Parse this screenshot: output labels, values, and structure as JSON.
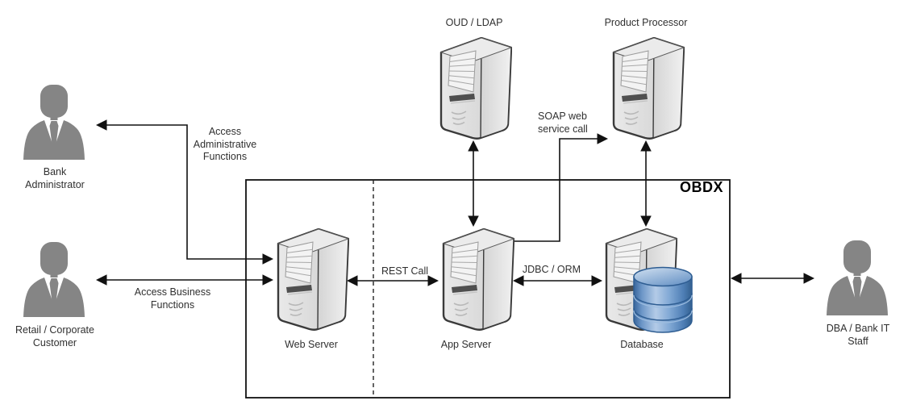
{
  "obdx_box": {
    "label": "OBDX"
  },
  "actors": {
    "bank_admin": {
      "line1": "Bank",
      "line2": "Administrator"
    },
    "retail_customer": {
      "line1": "Retail / Corporate",
      "line2": "Customer"
    },
    "dba_staff": {
      "line1": "DBA / Bank IT",
      "line2": "Staff"
    }
  },
  "servers": {
    "oud_ldap": {
      "label": "OUD / LDAP"
    },
    "product_processor": {
      "label": "Product Processor"
    },
    "web_server": {
      "label": "Web Server"
    },
    "app_server": {
      "label": "App Server"
    },
    "database": {
      "label": "Database"
    }
  },
  "connections": {
    "access_admin": {
      "line1": "Access",
      "line2": "Administrative",
      "line3": "Functions"
    },
    "access_business": {
      "line1": "Access Business",
      "line2": "Functions"
    },
    "rest_call": {
      "label": "REST Call"
    },
    "jdbc_orm": {
      "label": "JDBC / ORM"
    },
    "soap_call": {
      "line1": "SOAP web",
      "line2": "service call"
    }
  },
  "colors": {
    "background": "#ffffff",
    "text": "#303030",
    "line": "#111111",
    "person_gray": "#858585",
    "server_outline": "#3a3a3a",
    "database_blue": "#4a76ab",
    "obdx_label": "#000000"
  }
}
